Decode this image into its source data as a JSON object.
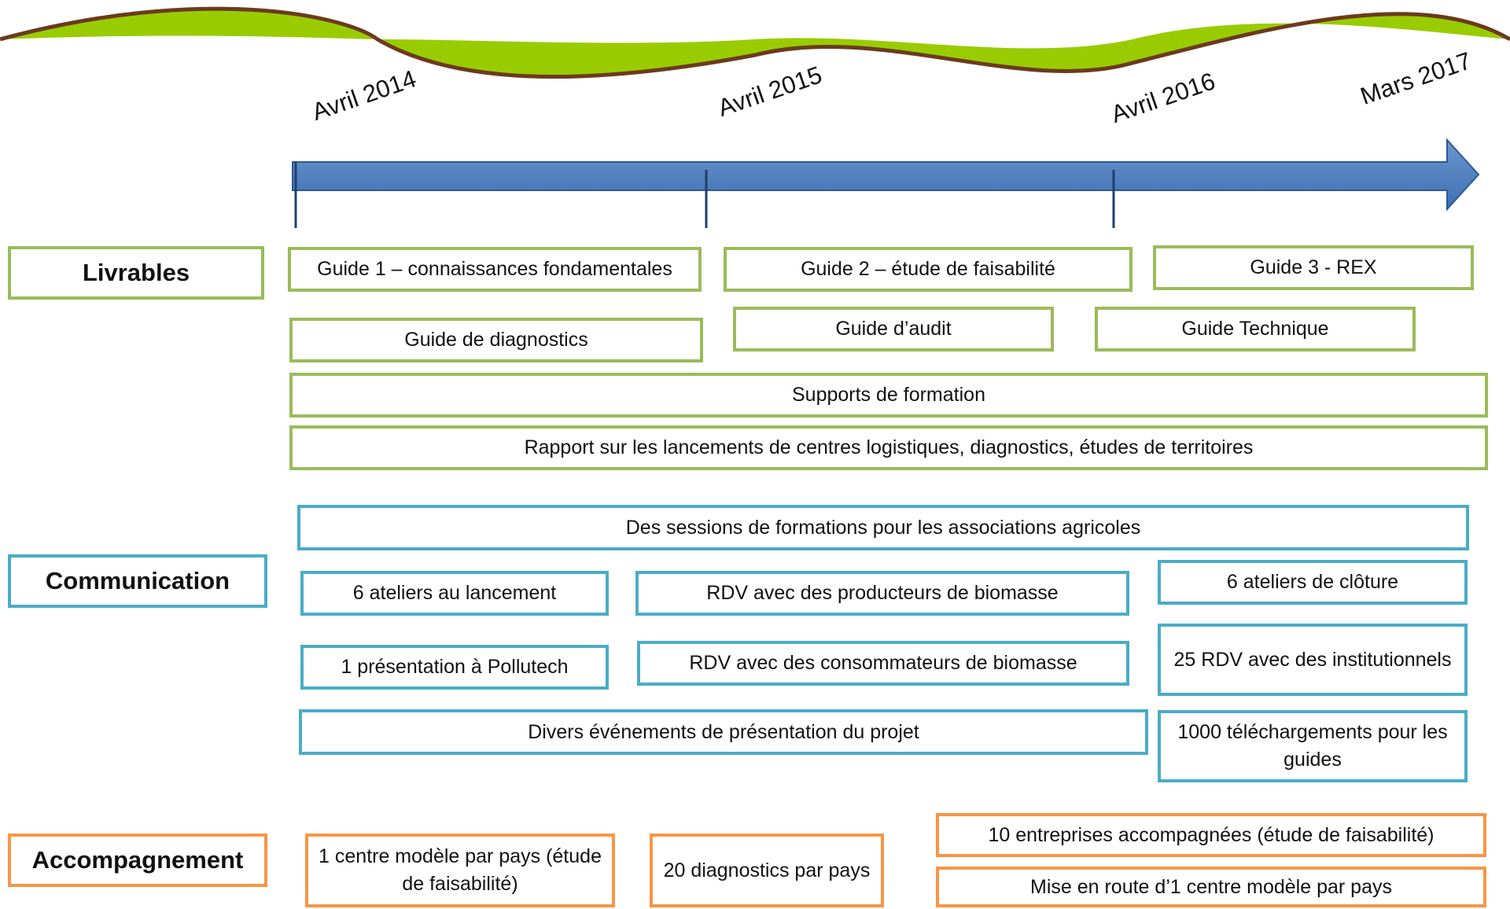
{
  "timeline": {
    "dates": [
      "Avril 2014",
      "Avril 2015",
      "Avril 2016",
      "Mars 2017"
    ]
  },
  "categories": {
    "livrables": "Livrables",
    "communication": "Communication",
    "accompagnement": "Accompagnement"
  },
  "livrables": {
    "guide1": "Guide 1 – connaissances fondamentales",
    "guide2": "Guide 2 – étude de faisabilité",
    "guide3": "Guide 3 - REX",
    "guide_diagnostics": "Guide de diagnostics",
    "guide_audit": "Guide d’audit",
    "guide_technique": "Guide Technique",
    "supports_formation": "Supports de formation",
    "rapport": "Rapport sur les lancements de centres logistiques, diagnostics, études de territoires"
  },
  "communication": {
    "sessions": "Des sessions de formations pour les associations agricoles",
    "ateliers_lancement": "6 ateliers au lancement",
    "rdv_producteurs": "RDV avec des producteurs de biomasse",
    "ateliers_cloture": "6 ateliers de clôture",
    "presentation_pollutech": "1 présentation à Pollutech",
    "rdv_consommateurs": "RDV avec des consommateurs de biomasse",
    "rdv_institutionnels": "25 RDV avec des institutionnels",
    "evenements": "Divers événements de présentation du projet",
    "telechargements": "1000 téléchargements pour les guides"
  },
  "accompagnement": {
    "centre_modele": "1 centre modèle par pays (étude de faisabilité)",
    "diagnostics": "20 diagnostics par pays",
    "entreprises": "10 entreprises accompagnées (étude de faisabilité)",
    "mise_en_route": "Mise en route d’1 centre modèle par pays"
  },
  "colors": {
    "livrables": "#9bbb59",
    "communication": "#4bacc6",
    "accompagnement": "#f79646",
    "arrow": "#4f81bd",
    "wave": "#99cc00",
    "wave_line": "#6b3a1e"
  }
}
